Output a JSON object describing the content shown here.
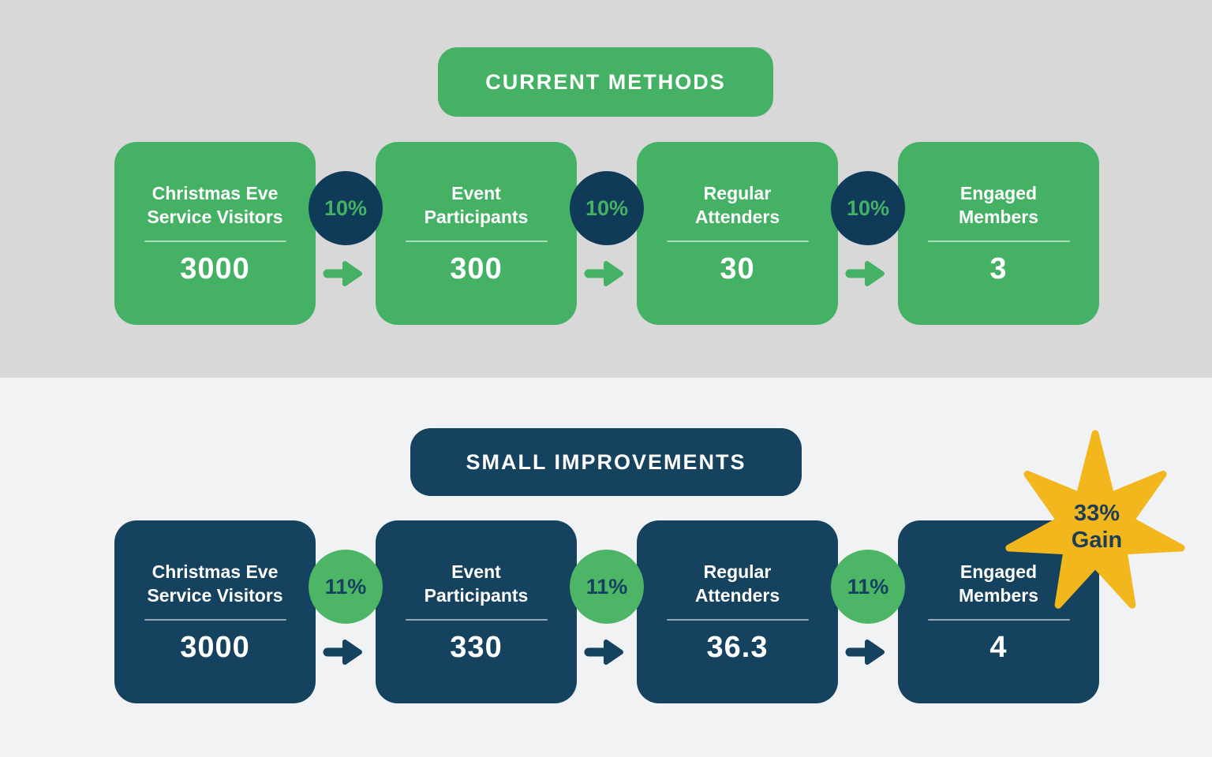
{
  "colors": {
    "green": "#45b164",
    "green_bright": "#4cb566",
    "navy": "#15425f",
    "navy_dark": "#0f3b58",
    "gold": "#f3b71e",
    "bg_top": "#d8d8d8",
    "bg_bottom": "#f0f2f4",
    "text_on_dark": "#ffffff",
    "star_text": "#1c3d53"
  },
  "sections": [
    {
      "title": "CURRENT METHODS",
      "steps": [
        {
          "label_line1": "Christmas Eve",
          "label_line2": "Service Visitors",
          "value": "3000"
        },
        {
          "label_line1": "Event",
          "label_line2": "Participants",
          "value": "300"
        },
        {
          "label_line1": "Regular",
          "label_line2": "Attenders",
          "value": "30"
        },
        {
          "label_line1": "Engaged",
          "label_line2": "Members",
          "value": "3"
        }
      ],
      "rates": [
        "10%",
        "10%",
        "10%"
      ]
    },
    {
      "title": "SMALL IMPROVEMENTS",
      "steps": [
        {
          "label_line1": "Christmas Eve",
          "label_line2": "Service Visitors",
          "value": "3000"
        },
        {
          "label_line1": "Event",
          "label_line2": "Participants",
          "value": "330"
        },
        {
          "label_line1": "Regular",
          "label_line2": "Attenders",
          "value": "36.3"
        },
        {
          "label_line1": "Engaged",
          "label_line2": "Members",
          "value": "4"
        }
      ],
      "rates": [
        "11%",
        "11%",
        "11%"
      ],
      "gain_badge": {
        "line1": "33%",
        "line2": "Gain"
      }
    }
  ]
}
